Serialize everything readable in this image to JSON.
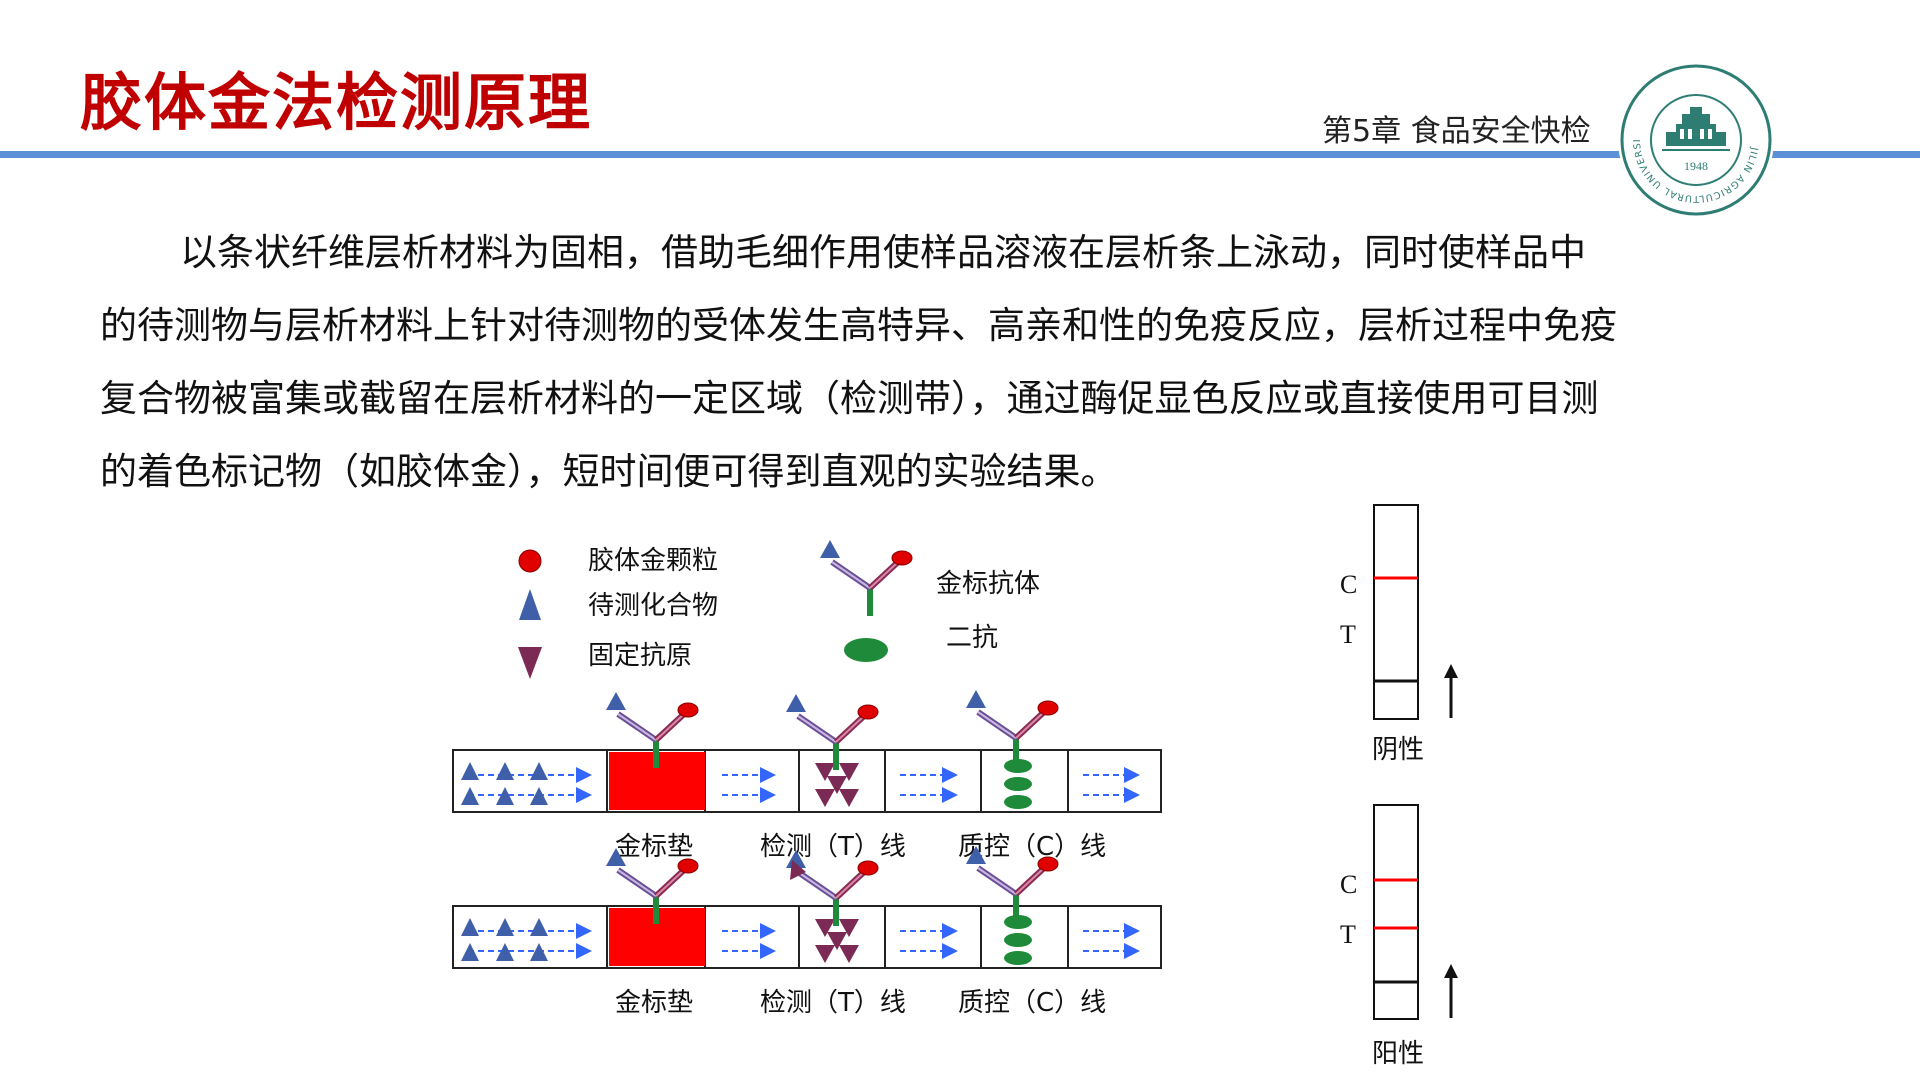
{
  "header": {
    "title": "胶体金法检测原理",
    "chapter": "第5章 食品安全快检",
    "logo": {
      "year": "1948",
      "university": "JILIN AGRICULTURAL UNIVERSITY",
      "icon": "university-seal-icon",
      "color": "#2e7d73"
    }
  },
  "accent_colors": {
    "title": "#c00000",
    "rule": "#5b8fd6",
    "gold_pad": "#ff0000",
    "arrow": "#3366ff"
  },
  "paragraph": "以条状纤维层析材料为固相，借助毛细作用使样品溶液在层析条上泳动，同时使样品中的待测物与层析材料上针对待测物的受体发生高特异、高亲和性的免疫反应，层析过程中免疫复合物被富集或截留在层析材料的一定区域（检测带），通过酶促显色反应或直接使用可目测的着色标记物（如胶体金），短时间便可得到直观的实验结果。",
  "legend": {
    "gold_particle": "胶体金颗粒",
    "analyte": "待测化合物",
    "fixed_antigen": "固定抗原",
    "gold_antibody": "金标抗体",
    "secondary_antibody": "二抗"
  },
  "strip_labels": {
    "pad": "金标垫",
    "test_line": "检测（T）线",
    "control_line": "质控（C）线"
  },
  "results": {
    "c_label": "C",
    "t_label": "T",
    "negative": "阴性",
    "positive": "阳性"
  }
}
